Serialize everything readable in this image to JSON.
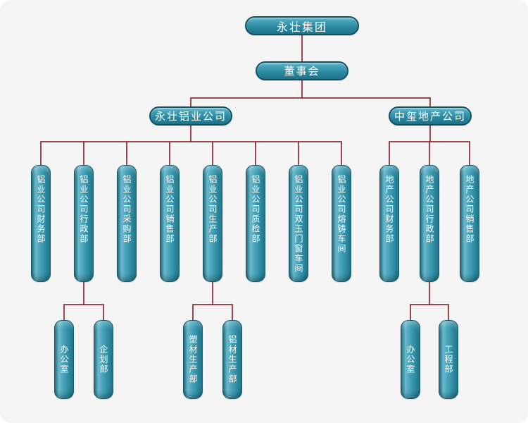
{
  "colors": {
    "background": "#f5f5f5",
    "node_teal": "#2d8ba2",
    "node_border": "#10515f",
    "connector_maroon": "#7a1017",
    "text": "#ffffff"
  },
  "org": {
    "root_label": "永壮集团",
    "board_label": "董事会",
    "aluminum": {
      "label": "永壮铝业公司",
      "departments": [
        "铝业公司财务部",
        "铝业公司行政部",
        "铝业公司采购部",
        "铝业公司销售部",
        "铝业公司生产部",
        "铝业公司质检部",
        "铝业公司双玉门窗车间",
        "铝业公司熔铸车间"
      ],
      "admin_children": [
        "办公室",
        "企划部"
      ],
      "production_children": [
        "塑材生产部",
        "铝材生产部"
      ]
    },
    "realestate": {
      "label": "中玺地产公司",
      "departments": [
        "地产公司财务部",
        "地产公司行政部",
        "地产公司销售部"
      ],
      "admin_children": [
        "办公室",
        "工程部"
      ]
    }
  }
}
